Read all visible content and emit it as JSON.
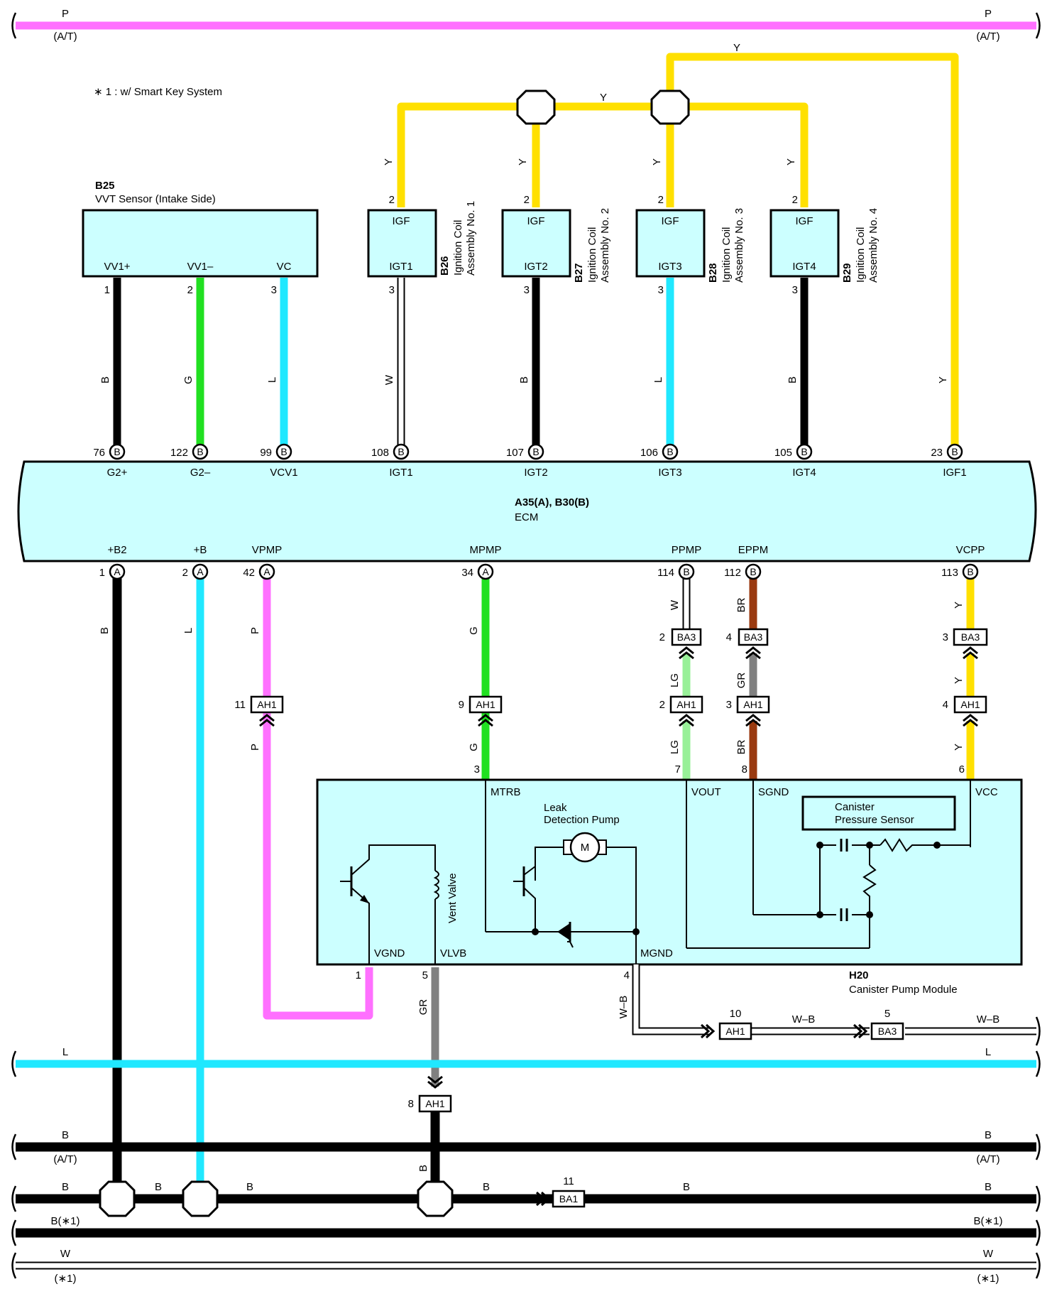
{
  "note": "∗ 1 : w/ Smart Key System",
  "colors": {
    "black": "#000000",
    "green": "#21e021",
    "lblue": "#20e8ff",
    "yellow": "#ffe000",
    "pink": "#ff70ff",
    "gray": "#808080",
    "brown": "#9a3a10",
    "lgreen": "#98f098",
    "box": "#ccffff"
  },
  "top_bus": {
    "label": "P",
    "sub": "(A/T)"
  },
  "ecm": {
    "code": "A35(A), B30(B)",
    "name": "ECM",
    "top_pins": [
      {
        "num": "76",
        "conn": "B",
        "name": "G2+"
      },
      {
        "num": "122",
        "conn": "B",
        "name": "G2–"
      },
      {
        "num": "99",
        "conn": "B",
        "name": "VCV1"
      },
      {
        "num": "108",
        "conn": "B",
        "name": "IGT1"
      },
      {
        "num": "107",
        "conn": "B",
        "name": "IGT2"
      },
      {
        "num": "106",
        "conn": "B",
        "name": "IGT3"
      },
      {
        "num": "105",
        "conn": "B",
        "name": "IGT4"
      },
      {
        "num": "23",
        "conn": "B",
        "name": "IGF1"
      }
    ],
    "bottom_pins": [
      {
        "num": "1",
        "conn": "A",
        "name": "+B2"
      },
      {
        "num": "2",
        "conn": "A",
        "name": "+B"
      },
      {
        "num": "42",
        "conn": "A",
        "name": "VPMP"
      },
      {
        "num": "34",
        "conn": "A",
        "name": "MPMP"
      },
      {
        "num": "114",
        "conn": "B",
        "name": "PPMP"
      },
      {
        "num": "112",
        "conn": "B",
        "name": "EPPM"
      },
      {
        "num": "113",
        "conn": "B",
        "name": "VCPP"
      }
    ]
  },
  "vvt": {
    "code": "B25",
    "name": "VVT Sensor (Intake Side)",
    "terms": [
      {
        "name": "VV1+",
        "pin": "1",
        "wire": "B"
      },
      {
        "name": "VV1–",
        "pin": "2",
        "wire": "G"
      },
      {
        "name": "VC",
        "pin": "3",
        "wire": "L"
      }
    ]
  },
  "coils": [
    {
      "code": "B26",
      "name1": "Ignition Coil",
      "name2": "Assembly No. 1",
      "igf": "IGF",
      "igt": "IGT1",
      "pin_top": "2",
      "pin_bot": "3",
      "wire_top": "Y",
      "wire_bot": "W"
    },
    {
      "code": "B27",
      "name1": "Ignition Coil",
      "name2": "Assembly No. 2",
      "igf": "IGF",
      "igt": "IGT2",
      "pin_top": "2",
      "pin_bot": "3",
      "wire_top": "Y",
      "wire_bot": "B"
    },
    {
      "code": "B28",
      "name1": "Ignition Coil",
      "name2": "Assembly No. 3",
      "igf": "IGF",
      "igt": "IGT3",
      "pin_top": "2",
      "pin_bot": "3",
      "wire_top": "Y",
      "wire_bot": "L"
    },
    {
      "code": "B29",
      "name1": "Ignition Coil",
      "name2": "Assembly No. 4",
      "igf": "IGF",
      "igt": "IGT4",
      "pin_top": "2",
      "pin_bot": "3",
      "wire_top": "Y",
      "wire_bot": "B"
    }
  ],
  "igf_wire": {
    "label": "Y",
    "mid": "Y",
    "right": "Y"
  },
  "lower_wires": {
    "b2": "B",
    "b": "L",
    "vpmp_top": "P",
    "vpmp_bot": "P",
    "mpmp_top": "G",
    "mpmp_bot": "G",
    "ppmp_1": "W",
    "ppmp_2": "LG",
    "ppmp_3": "LG",
    "eppm_1": "BR",
    "eppm_2": "GR",
    "eppm_3": "BR",
    "vcpp_1": "Y",
    "vcpp_2": "Y",
    "vcpp_3": "Y",
    "vlvb": "GR",
    "vlvb_gnd": "B",
    "mgnd": "W–B"
  },
  "lower_conns": [
    {
      "pin": "11",
      "name": "AH1"
    },
    {
      "pin": "9",
      "name": "AH1"
    },
    {
      "pin": "2",
      "name": "BA3"
    },
    {
      "pin": "2",
      "name": "AH1"
    },
    {
      "pin": "4",
      "name": "BA3"
    },
    {
      "pin": "3",
      "name": "AH1"
    },
    {
      "pin": "3",
      "name": "BA3"
    },
    {
      "pin": "4",
      "name": "AH1"
    },
    {
      "pin": "8",
      "name": "AH1"
    }
  ],
  "pump": {
    "code": "H20",
    "name": "Canister Pump Module",
    "pins": [
      "3",
      "7",
      "8",
      "6"
    ],
    "terms": [
      "MTRB",
      "VOUT",
      "SGND",
      "VCC",
      "VGND",
      "VLVB",
      "MGND"
    ],
    "bottom_pins": [
      "1",
      "5",
      "4"
    ],
    "leak1": "Leak",
    "leak2": "Detection Pump",
    "motor": "M",
    "vent": "Vent Valve",
    "sensor1": "Canister",
    "sensor2": "Pressure Sensor"
  },
  "wb_run": {
    "c1_pin": "10",
    "c1": "AH1",
    "w1": "W–B",
    "c2_pin": "5",
    "c2": "BA3",
    "w2": "W–B"
  },
  "buses": {
    "l": "L",
    "b_at": "B",
    "at": "(A/T)",
    "b": "B",
    "b_mid1": "B",
    "b_mid2": "B",
    "b_mid3": "B",
    "b_mid4": "B",
    "ba1_pin": "11",
    "ba1": "BA1",
    "b1": "B(∗1)",
    "w": "W",
    "w_sub": "(∗1)"
  }
}
